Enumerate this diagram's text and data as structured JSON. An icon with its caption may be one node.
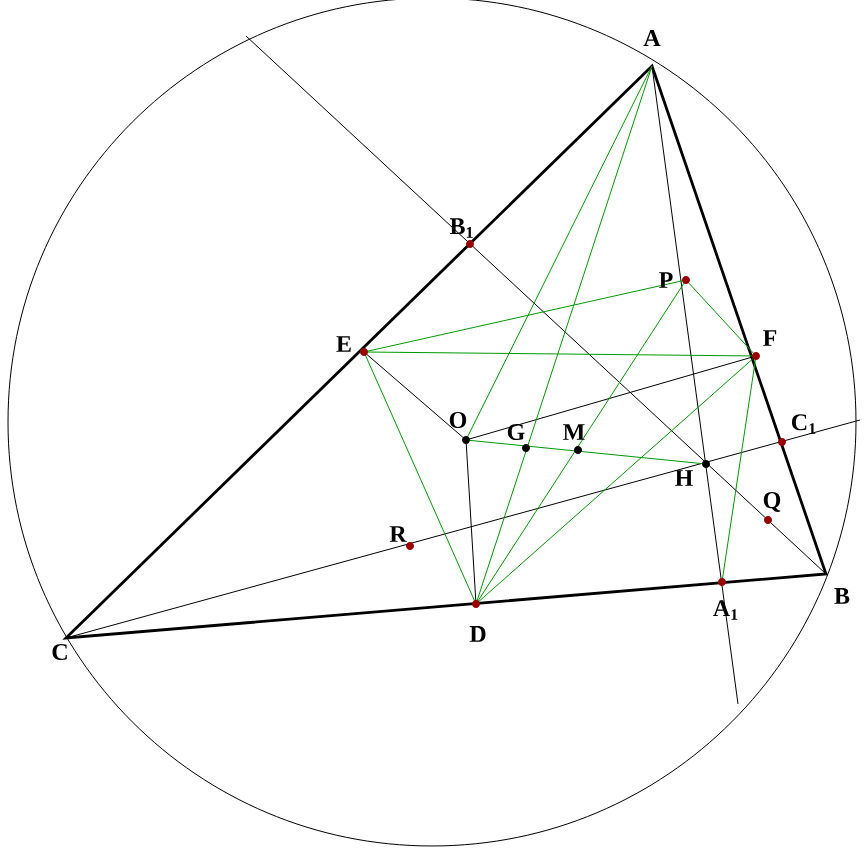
{
  "diagram": {
    "labels": [
      "A",
      "B$_{1}$",
      "P",
      "E",
      "F",
      "O",
      "G",
      "M",
      "C$_{1}$",
      "H",
      "Q",
      "R",
      "B",
      "C",
      "D",
      "A$_{1}$"
    ]
  }
}
